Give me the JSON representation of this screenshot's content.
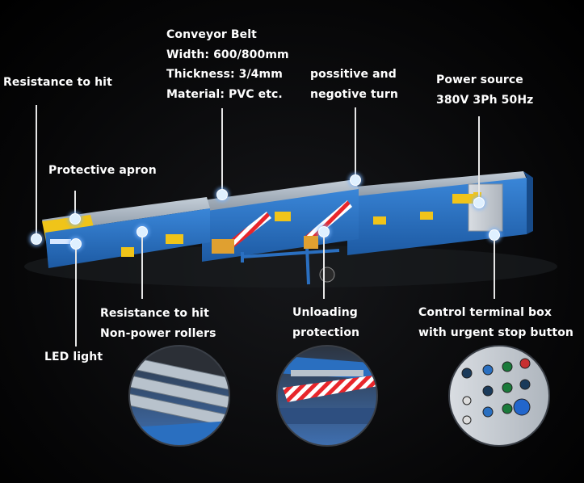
{
  "callouts": {
    "resistance_to_hit": [
      "Resistance to hit"
    ],
    "protective_apron": [
      "Protective apron"
    ],
    "conveyor_belt": [
      "Conveyor Belt",
      "Width: 600/800mm",
      "Thickness: 3/4mm",
      "Material: PVC etc."
    ],
    "turn": [
      "possitive and",
      "negotive turn"
    ],
    "power_source": [
      "Power source",
      "380V 3Ph 50Hz"
    ],
    "non_power_rollers": [
      "Resistance to hit",
      "Non-power rollers"
    ],
    "led_light": [
      "LED light"
    ],
    "unloading_protection": [
      "Unloading",
      "protection"
    ],
    "control_box": [
      "Control terminal box",
      "with urgent stop button"
    ]
  },
  "colors": {
    "background": "#000000",
    "frame_blue": "#2a6fc0",
    "belt_grey": "#9aa6b2",
    "safety_yellow": "#f0c419",
    "label_text": "#ffffff"
  }
}
